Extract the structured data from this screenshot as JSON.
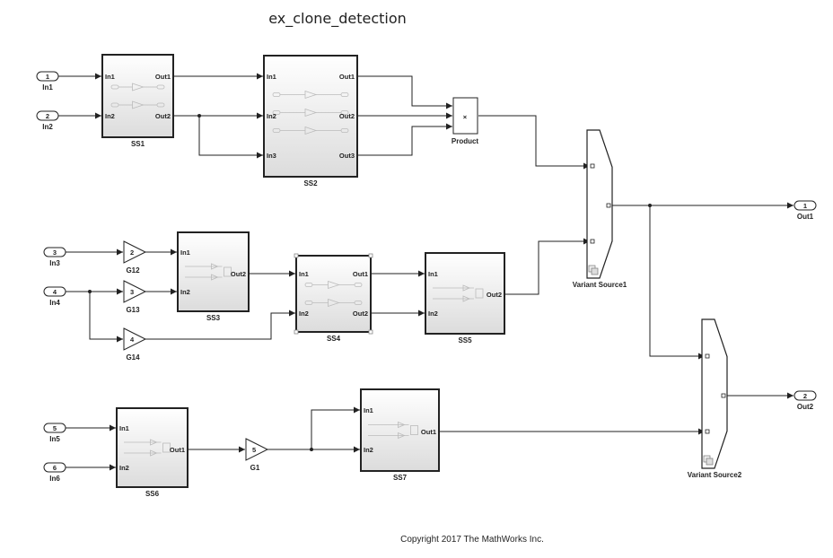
{
  "title": "ex_clone_detection",
  "copyright": "Copyright 2017 The MathWorks Inc.",
  "inports": [
    {
      "num": "1",
      "name": "In1"
    },
    {
      "num": "2",
      "name": "In2"
    },
    {
      "num": "3",
      "name": "In3"
    },
    {
      "num": "4",
      "name": "In4"
    },
    {
      "num": "5",
      "name": "In5"
    },
    {
      "num": "6",
      "name": "In6"
    }
  ],
  "outports": [
    {
      "num": "1",
      "name": "Out1"
    },
    {
      "num": "2",
      "name": "Out2"
    }
  ],
  "subsystems": [
    {
      "name": "SS1",
      "inputs": [
        "In1",
        "In2"
      ],
      "outputs": [
        "Out1",
        "Out2"
      ]
    },
    {
      "name": "SS2",
      "inputs": [
        "In1",
        "In2",
        "In3"
      ],
      "outputs": [
        "Out1",
        "Out2",
        "Out3"
      ]
    },
    {
      "name": "SS3",
      "inputs": [
        "In1",
        "In2"
      ],
      "outputs": [
        "Out2"
      ]
    },
    {
      "name": "SS4",
      "inputs": [
        "In1",
        "In2"
      ],
      "outputs": [
        "Out1",
        "Out2"
      ]
    },
    {
      "name": "SS5",
      "inputs": [
        "In1",
        "In2"
      ],
      "outputs": [
        "Out2"
      ]
    },
    {
      "name": "SS6",
      "inputs": [
        "In1",
        "In2"
      ],
      "outputs": [
        "Out1"
      ]
    },
    {
      "name": "SS7",
      "inputs": [
        "In1",
        "In2"
      ],
      "outputs": [
        "Out1"
      ]
    }
  ],
  "gains": [
    {
      "name": "G12",
      "value": "2"
    },
    {
      "name": "G13",
      "value": "3"
    },
    {
      "name": "G14",
      "value": "4"
    },
    {
      "name": "G1",
      "value": "5"
    }
  ],
  "product": {
    "name": "Product",
    "symbol": "×"
  },
  "variant_sources": [
    {
      "name": "Variant Source1"
    },
    {
      "name": "Variant Source2"
    }
  ]
}
